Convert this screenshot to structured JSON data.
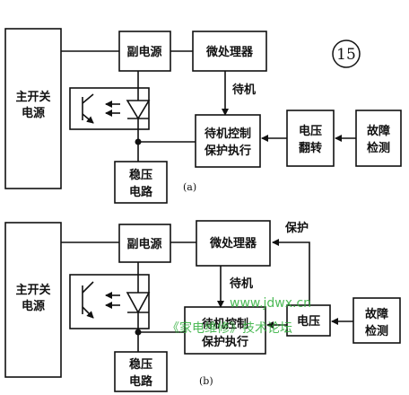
{
  "figure_number": "15",
  "panel_a": {
    "tag": "(a)",
    "main_power": [
      "主开关",
      "电源"
    ],
    "aux_power": "副电源",
    "microprocessor": "微处理器",
    "standby_label": "待机",
    "standby_ctrl": [
      "待机控制",
      "保护执行"
    ],
    "voltage_flip": [
      "电压",
      "翻转"
    ],
    "fault_detect": [
      "故障",
      "检测"
    ],
    "regulator": [
      "稳压",
      "电路"
    ]
  },
  "panel_b": {
    "tag": "(b)",
    "main_power": [
      "主开关",
      "电源"
    ],
    "aux_power": "副电源",
    "microprocessor": "微处理器",
    "protect_label": "保护",
    "standby_label": "待机",
    "standby_ctrl": [
      "待机控制",
      "保护执行"
    ],
    "voltage_box": "电压",
    "fault_detect": [
      "故障",
      "检测"
    ],
    "regulator": [
      "稳压",
      "电路"
    ]
  },
  "watermark": {
    "url": "www.jdwx.cn",
    "forum": "《家电维修》技术论坛"
  }
}
